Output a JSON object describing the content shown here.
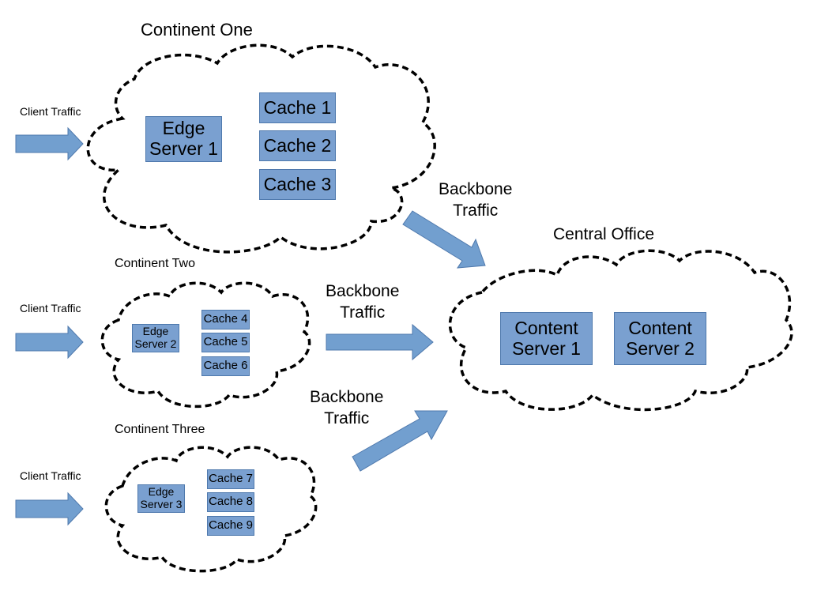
{
  "colors": {
    "box_fill": "#7aa0d0",
    "box_border": "#4f79ad",
    "arrow_fill": "#729fcf",
    "arrow_border": "#4f79ad",
    "cloud_outline": "#000000"
  },
  "regions": {
    "continent_one": {
      "title": "Continent One",
      "client_traffic": "Client Traffic",
      "edge_server": "Edge\nServer 1",
      "caches": [
        "Cache 1",
        "Cache 2",
        "Cache 3"
      ]
    },
    "continent_two": {
      "title": "Continent Two",
      "client_traffic": "Client Traffic",
      "edge_server": "Edge\nServer 2",
      "caches": [
        "Cache 4",
        "Cache 5",
        "Cache 6"
      ]
    },
    "continent_three": {
      "title": "Continent Three",
      "client_traffic": "Client Traffic",
      "edge_server": "Edge\nServer 3",
      "caches": [
        "Cache 7",
        "Cache 8",
        "Cache 9"
      ]
    },
    "central_office": {
      "title": "Central Office",
      "content_servers": [
        "Content\nServer 1",
        "Content\nServer 2"
      ]
    }
  },
  "backbone_labels": [
    "Backbone\nTraffic",
    "Backbone\nTraffic",
    "Backbone\nTraffic"
  ]
}
